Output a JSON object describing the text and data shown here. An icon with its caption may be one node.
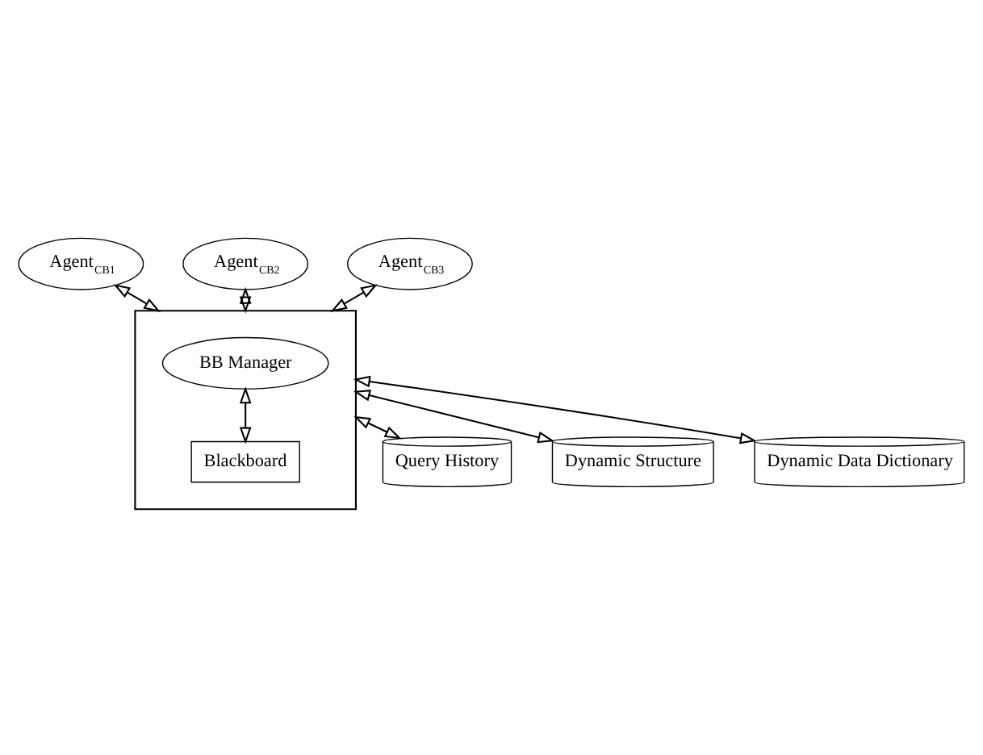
{
  "diagram": {
    "nodes": [
      {
        "text": [],
        "shape": "box"
      },
      {
        "text": [
          "BB Manager"
        ],
        "in": 0
      },
      {
        "text": [
          "Blackboard"
        ],
        "in": 0
      },
      {
        "text": [
          "Agent$_{CB1}$"
        ]
      },
      {
        "text": [
          "Agent$_{CB2}$"
        ]
      },
      {
        "text": [
          "Agent$_{CB3}$"
        ]
      },
      {
        "text": [
          "Query History"
        ]
      },
      {
        "text": [
          "Dynamic Structure"
        ]
      },
      {
        "text": [
          "Dynamic Data Dictionary"
        ]
      }
    ],
    "edges": [
      {
        "from": 3,
        "to": 0,
        "arrow": "both"
      },
      {
        "from": 4,
        "to": 0,
        "arrow": "both"
      },
      {
        "from": 5,
        "to": 0,
        "arrow": "both"
      },
      {
        "from": 0,
        "to": 6,
        "arrow": "both"
      },
      {
        "from": 1,
        "to": 2,
        "arrow": "both"
      },
      {
        "from": 0,
        "to": 7,
        "arrow": "both"
      },
      {
        "from": 0,
        "to": 8,
        "arrow": "both"
      }
    ]
  }
}
